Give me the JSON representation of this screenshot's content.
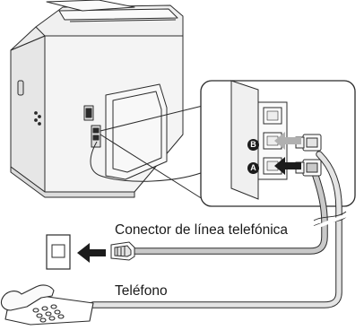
{
  "labels": {
    "line_connector": "Conector de línea telefónica",
    "telephone": "Teléfono"
  },
  "ports": {
    "a": "A",
    "b": "B"
  },
  "icons": [
    "printer-icon",
    "wall-jack-icon",
    "telephone-icon",
    "rj11-plug-icon",
    "left-arrow-icon"
  ],
  "colors": {
    "outline": "#2b2b2b",
    "cable_gray": "#c9c9c9",
    "cable_light": "#e4e4e4",
    "printer_body": "#f4f4f4",
    "arrow_black": "#1c1c1c",
    "arrow_gray": "#b0b0b0"
  }
}
